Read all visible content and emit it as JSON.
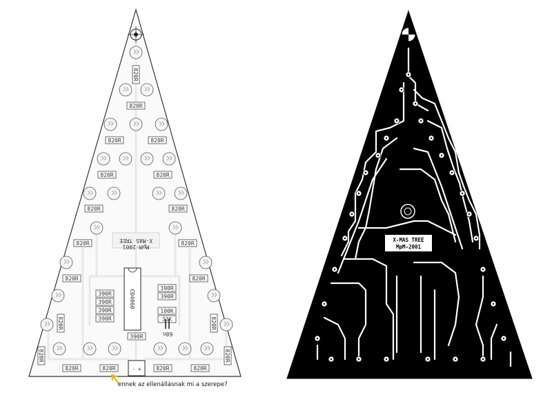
{
  "component_side": {
    "resistor_labels": {
      "r820": "820R",
      "r390": "390R",
      "r33k": "33K",
      "r100k": "100K"
    },
    "ic_label": "CD4060",
    "mirrored_label_1": "X-MAS TREE",
    "mirrored_label_2": "MpM-2001",
    "connector_minus": "-",
    "connector_plus": "+",
    "cap_label": "68n",
    "annotation_text": "ennek az ellenállásnak mi a szerepe?",
    "annotation_color": "#e8b800"
  },
  "copper_side": {
    "title_line1": "X-MAS TREE",
    "title_line2": "MpM-2001",
    "copper_color": "#000000"
  }
}
